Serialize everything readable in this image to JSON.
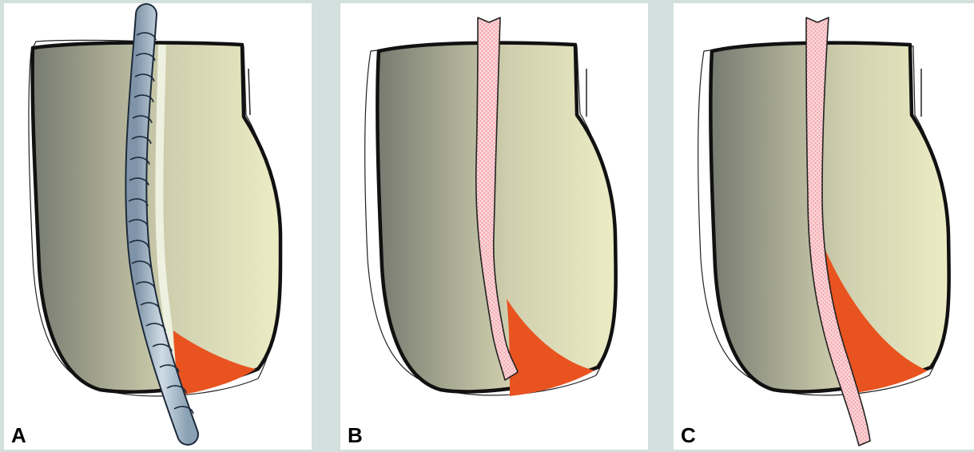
{
  "panels": [
    {
      "id": "A",
      "label": "A",
      "instrument": "spiral-file"
    },
    {
      "id": "B",
      "label": "B",
      "instrument": "paper-strip"
    },
    {
      "id": "C",
      "label": "C",
      "instrument": "paper-strip-extended"
    }
  ],
  "colors": {
    "background": "#d3e0dd",
    "panel": "#ffffff",
    "tooth_gradient_left": "#777b70",
    "tooth_gradient_right": "#ececc4",
    "outline": "#111111",
    "wedge": "#e85320",
    "file_metal": "#a8b9c8",
    "strip_pink": "#f6a8ae"
  }
}
